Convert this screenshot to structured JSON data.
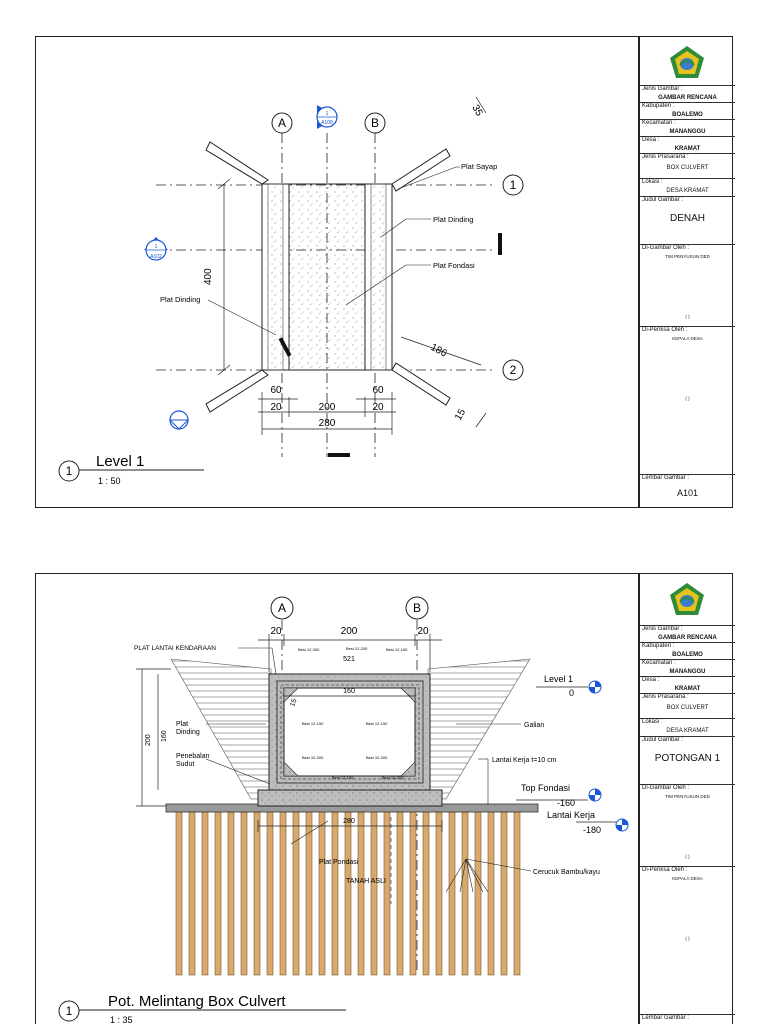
{
  "sheet1": {
    "grid": {
      "A": "A",
      "B": "B",
      "g1": "1",
      "g2": "2"
    },
    "section_top": {
      "num": "1",
      "ref": "A108"
    },
    "section_left": {
      "num": "1",
      "ref": "A102"
    },
    "labels": {
      "plat_sayap": "Plat Sayap",
      "plat_dinding_r": "Plat Dinding",
      "plat_fondasi": "Plat Fondasi",
      "plat_dinding_l": "Plat Dinding"
    },
    "dims": {
      "d35": "35",
      "d400": "400",
      "d186": "186",
      "d15": "15",
      "d60a": "60",
      "d60b": "60",
      "d20a": "20",
      "d200": "200",
      "d20b": "20",
      "d280": "280"
    },
    "view": {
      "num": "1",
      "name": "Level 1",
      "scale": "1 : 50"
    },
    "titleblock": {
      "jenis_gambar_lbl": "Jenis Gambar :",
      "jenis_gambar": "GAMBAR RENCANA",
      "kabupaten_lbl": "Kabupaten :",
      "kabupaten": "BOALEMO",
      "kecamatan_lbl": "Kecamatan :",
      "kecamatan": "MANANGGU",
      "desa_lbl": "Desa :",
      "desa": "KRAMAT",
      "prasarana_lbl": "Jenis Prasarana :",
      "prasarana": "BOX CULVERT",
      "lokasi_lbl": "Lokasi :",
      "lokasi": "DESA KRAMAT",
      "judul_lbl": "Judul Gambar :",
      "judul": "DENAH",
      "digambar_lbl": "Di-Gambar Oleh :",
      "digambar": "TIM PENYUSUN DED",
      "diperiksa_lbl": "Di-Periksa Oleh :",
      "diperiksa": "KEPALA DESA",
      "sign1": "(                              )",
      "sign2": "(                              )",
      "lembar_lbl": "Lembar Gambar :",
      "lembar": "A101"
    }
  },
  "sheet2": {
    "grid": {
      "A": "A",
      "B": "B"
    },
    "dims": {
      "d20a": "20",
      "d200": "200",
      "d20b": "20",
      "d521": "521",
      "d160top": "160",
      "d15": "15",
      "d200v": "200",
      "d160v": "160",
      "d280": "280"
    },
    "labels": {
      "plat_lantai": "PLAT LANTAI KENDARAAN",
      "plat_dinding": "Plat\nDinding",
      "penebalan": "Penebalan\nSudut",
      "galian": "Galian",
      "lantai_kerja_note": "Lantai Kerja t=10 cm",
      "plat_pondasi": "Plat Pondasi",
      "tanah_asli": "TANAH ASLI",
      "cerucuk": "Cerucuk Bambu/kayu"
    },
    "rebar": {
      "r1": "Besi 12-300",
      "r2": "Besi 12-200",
      "r3": "Besi 12-150",
      "r4": "Besi 12-150",
      "r5": "Besi 12-150",
      "r6": "Besi 10-200",
      "r7": "Besi 10-200",
      "r8": "Besi 12-150",
      "r9": "Besi 10-200"
    },
    "levels": {
      "level1": "Level 1",
      "level1_val": "0",
      "topfondasi": "Top Fondasi",
      "topfondasi_val": "-160",
      "lantaikerja": "Lantai Kerja",
      "lantaikerja_val": "-180"
    },
    "view": {
      "num": "1",
      "name": "Pot. Melintang Box Culvert",
      "scale": "1 : 35"
    },
    "titleblock": {
      "jenis_gambar_lbl": "Jenis Gambar :",
      "jenis_gambar": "GAMBAR RENCANA",
      "kabupaten_lbl": "Kabupaten :",
      "kabupaten": "BOALEMO",
      "kecamatan_lbl": "Kecamatan :",
      "kecamatan": "MANANGGU",
      "desa_lbl": "Desa :",
      "desa": "KRAMAT",
      "prasarana_lbl": "Jenis Prasarana :",
      "prasarana": "BOX CULVERT",
      "lokasi_lbl": "Lokasi :",
      "lokasi": "DESA KRAMAT",
      "judul_lbl": "Judul Gambar :",
      "judul": "POTONGAN 1",
      "digambar_lbl": "Di-Gambar Oleh :",
      "digambar": "TIM PENYUSUN DED",
      "diperiksa_lbl": "Di-Periksa Oleh :",
      "diperiksa": "KEPALA DESA",
      "sign1": "(                              )",
      "sign2": "(                              )",
      "lembar_lbl": "Lembar Gambar :"
    }
  }
}
